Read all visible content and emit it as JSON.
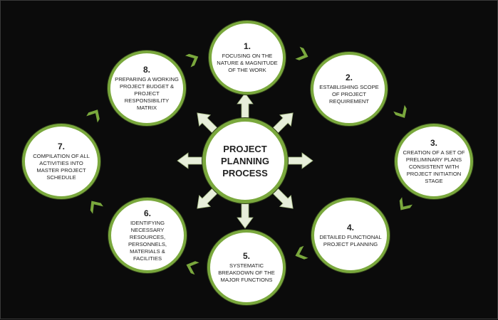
{
  "diagram": {
    "colors": {
      "background": "#0b0b0b",
      "ring": "#7aa83d",
      "arrow_fill": "#e7eeda",
      "chevron": "#7aa83d",
      "text": "#222222"
    },
    "center": {
      "line1": "PROJECT",
      "line2": "PLANNING",
      "line3": "PROCESS"
    },
    "steps": [
      {
        "num": "1.",
        "text": "FOCUSING ON THE NATURE & MAGNITUDE OF THE WORK"
      },
      {
        "num": "2.",
        "text": "ESTABLISHING SCOPE OF PROJECT REQUIREMENT"
      },
      {
        "num": "3.",
        "text": "CREATION OF A SET OF PRELIMINARY PLANS CONSISTENT WITH PROJECT INITIATION STAGE"
      },
      {
        "num": "4.",
        "text": "DETAILED FUNCTIONAL PROJECT PLANNING"
      },
      {
        "num": "5.",
        "text": "SYSTEMATIC BREAKDOWN OF THE MAJOR FUNCTIONS"
      },
      {
        "num": "6.",
        "text": "IDENTIFYING NECESSARY RESOURCES, PERSONNELS, MATERIALS & FACILITIES"
      },
      {
        "num": "7.",
        "text": "COMPILATION OF ALL ACTIVITIES INTO MASTER PROJECT SCHEDULE"
      },
      {
        "num": "8.",
        "text": "PREPARING A WORKING PROJECT BUDGET & PROJECT RESPONSIBILITY MATRIX"
      }
    ]
  }
}
